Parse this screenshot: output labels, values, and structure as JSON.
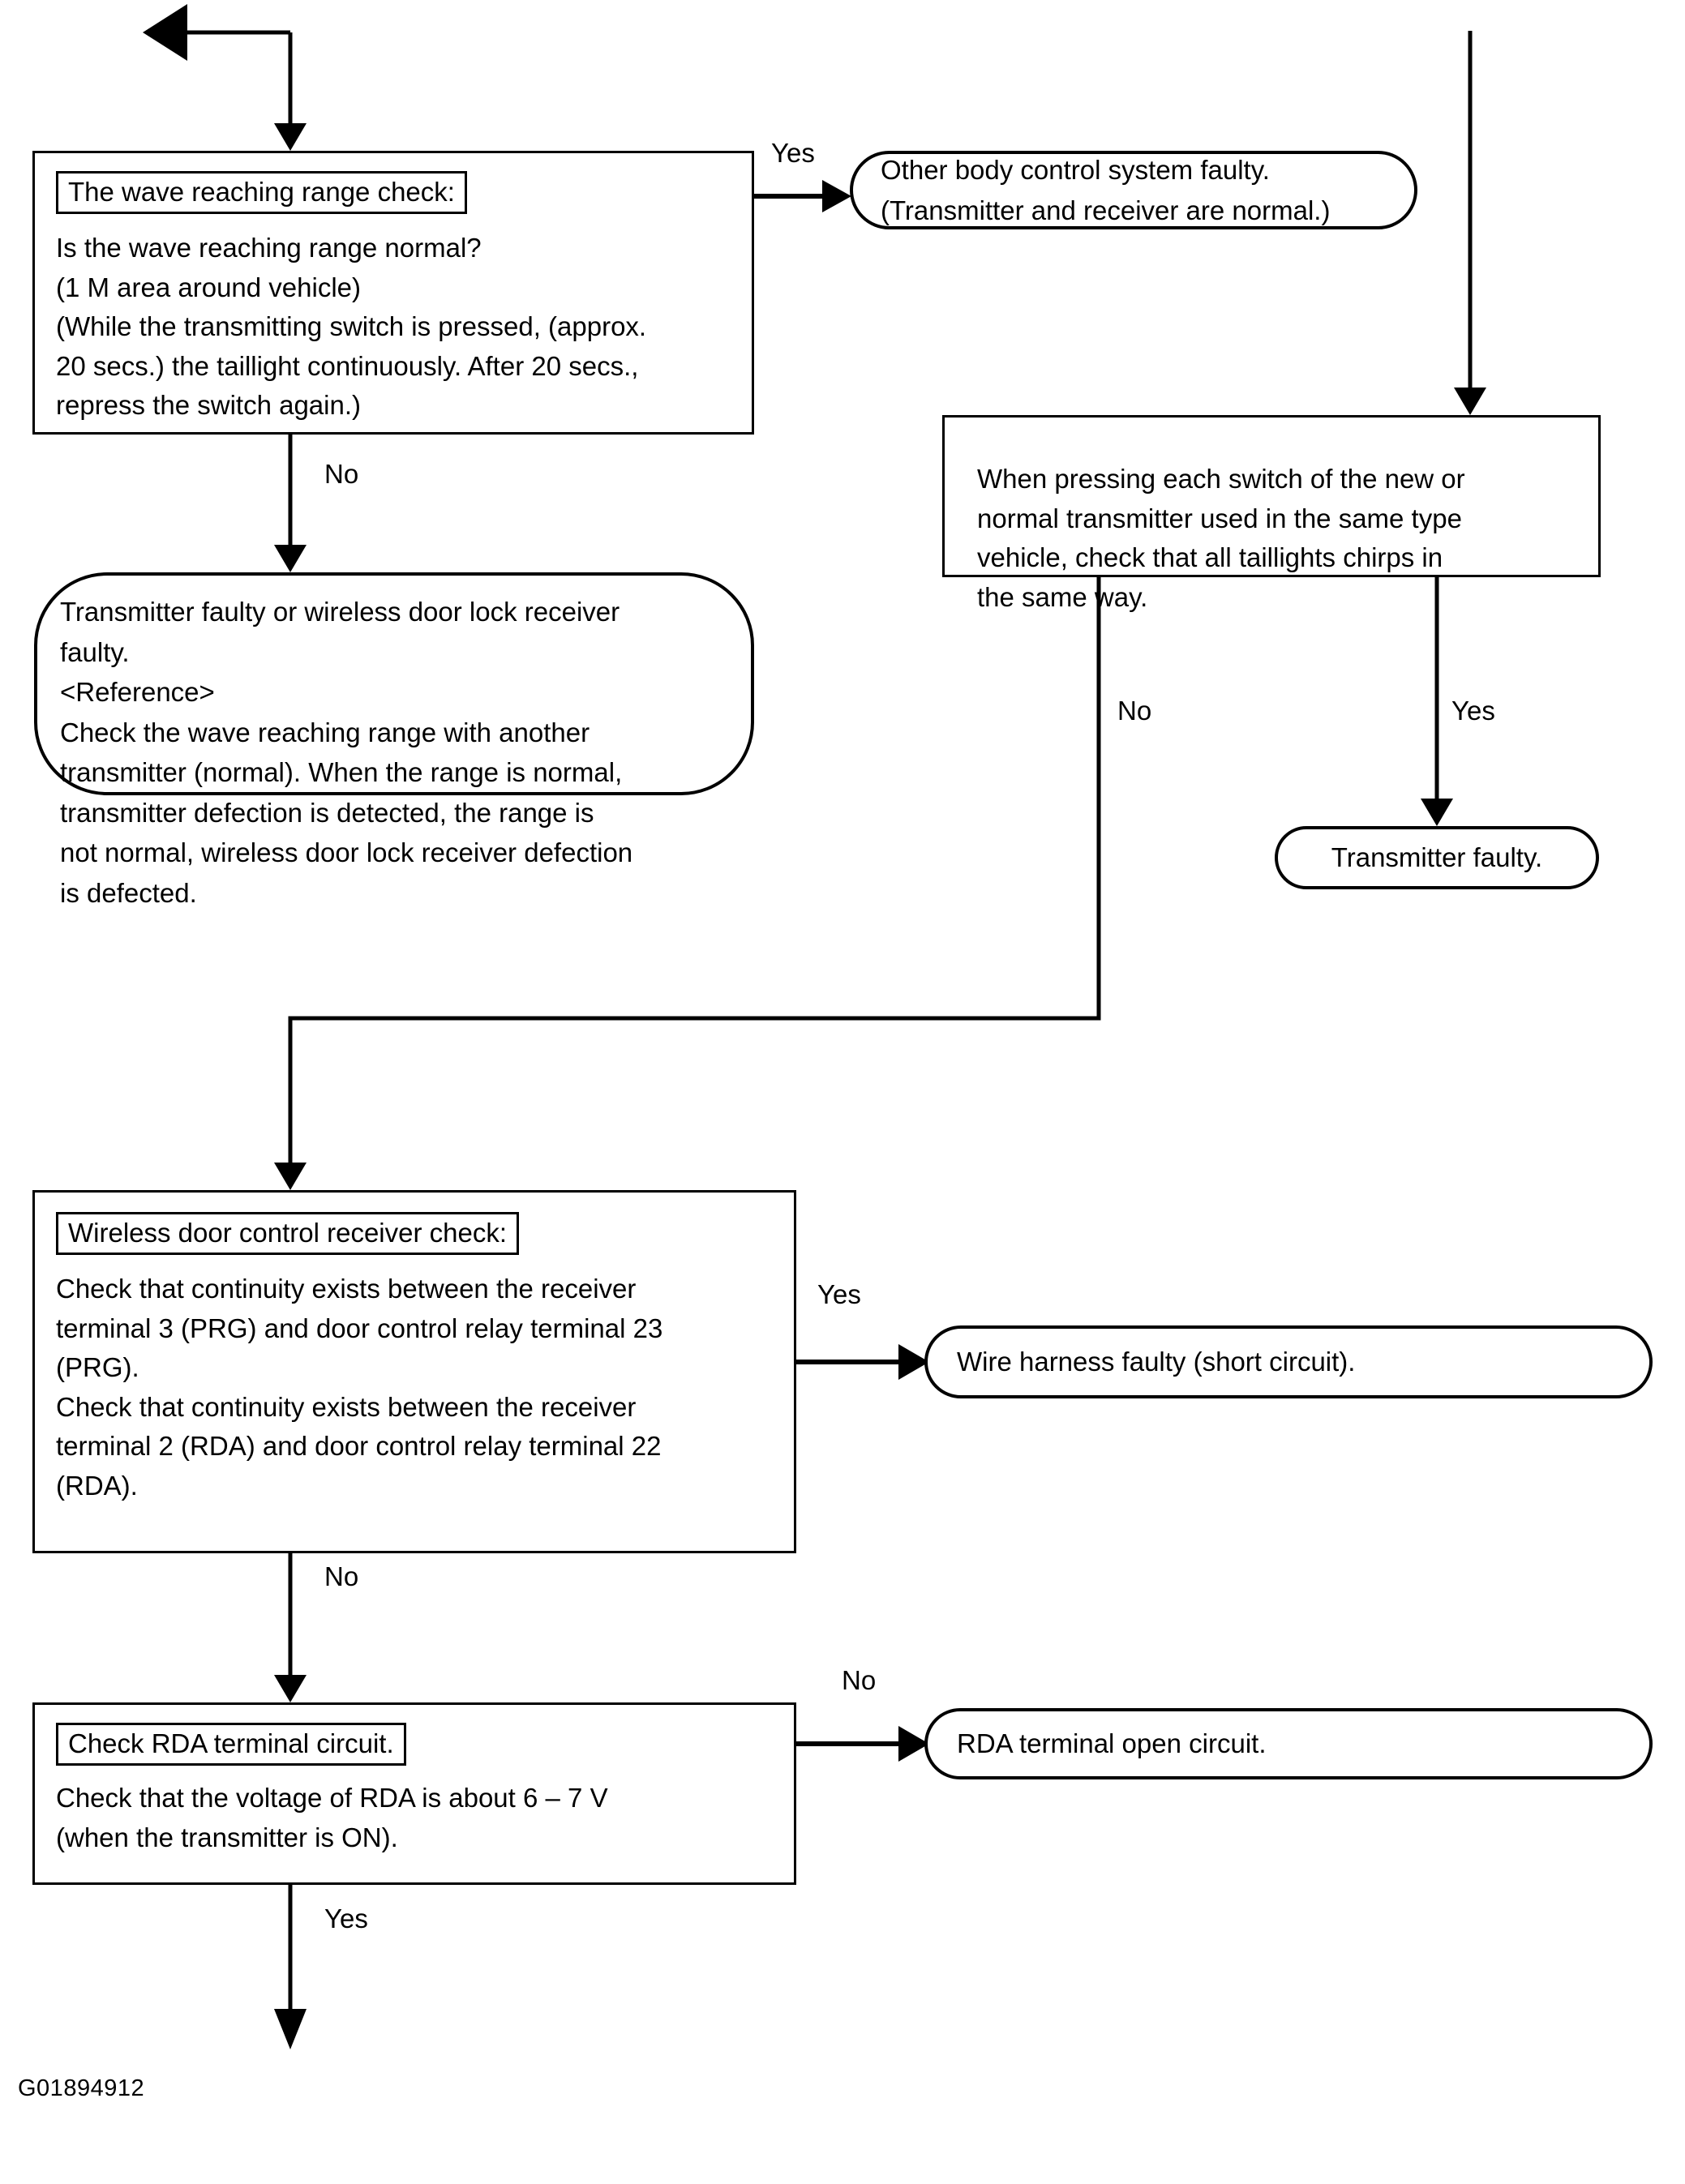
{
  "figure": {
    "code": "G01894912"
  },
  "nodes": {
    "wave_check": {
      "title": "The wave reaching range check:",
      "body": "Is the wave reaching range normal?\n(1 M area around vehicle)\n(While the transmitting switch is pressed, (approx.\n20 secs.) the taillight continuously. After 20 secs.,\nrepress the switch again.)"
    },
    "other_body": {
      "body": "Other body control system faulty.\n(Transmitter and receiver are normal.)"
    },
    "transmitter_or_receiver_faulty": {
      "body": "Transmitter faulty or wireless door lock receiver\nfaulty.\n<Reference>\nCheck the wave reaching range with another\ntransmitter (normal). When the range is normal,\ntransmitter defection is detected, the range is\nnot normal, wireless door lock receiver defection\nis defected."
    },
    "same_type_vehicle_check": {
      "body": "When pressing each switch of the new or\nnormal transmitter used in the same type\nvehicle, check that all taillights chirps in\nthe same way."
    },
    "transmitter_faulty": {
      "body": "Transmitter faulty."
    },
    "wireless_receiver_check": {
      "title": "Wireless door control receiver check:",
      "body": "Check that continuity exists between the receiver\nterminal 3 (PRG) and door control relay terminal 23\n(PRG).\nCheck that continuity exists between the receiver\nterminal 2 (RDA) and door control relay terminal 22\n(RDA)."
    },
    "wire_harness_faulty": {
      "body": "Wire harness faulty (short circuit)."
    },
    "check_rda_terminal": {
      "title": "Check RDA terminal circuit.",
      "body": "Check that the voltage of RDA is about 6 – 7 V\n(when the transmitter is ON)."
    },
    "rda_open_circuit": {
      "body": "RDA terminal open circuit."
    }
  },
  "edge_labels": {
    "yes_1": "Yes",
    "no_1": "No",
    "no_2": "No",
    "yes_2": "Yes",
    "yes_3": "Yes",
    "no_3": "No",
    "no_4": "No",
    "yes_4": "Yes"
  },
  "colors": {
    "ink": "#000000",
    "paper": "#ffffff"
  }
}
